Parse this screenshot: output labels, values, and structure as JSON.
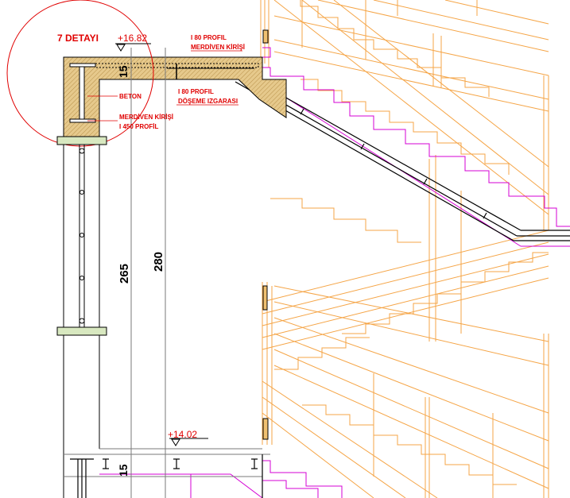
{
  "labels": {
    "detail_title": "7 DETAYI",
    "level_top": "+16.82",
    "level_bottom": "+14.02",
    "stair_beam_profile": "I 80 PROFIL",
    "stair_beam": "MERDİVEN KİRİŞİ",
    "concrete": "BETON",
    "floor_grid_profile": "I 80 PROFIL",
    "floor_grid": "DÖŞEME IZGARASI",
    "stair_beam_left": "MERDİVEN KİRİŞİ",
    "stair_beam_left_profile": "I 450 PROFİL",
    "dim_slab_top": "15",
    "dim_slab_bottom": "15",
    "dim_inner_height": "265",
    "dim_total_height": "280"
  },
  "colors": {
    "structure": "#000000",
    "orange_stair": "#f5a547",
    "magenta": "#d400d4",
    "red_text": "#e00000",
    "concrete_fill": "#d8b678",
    "grid_lines": "#7a7a7a"
  }
}
